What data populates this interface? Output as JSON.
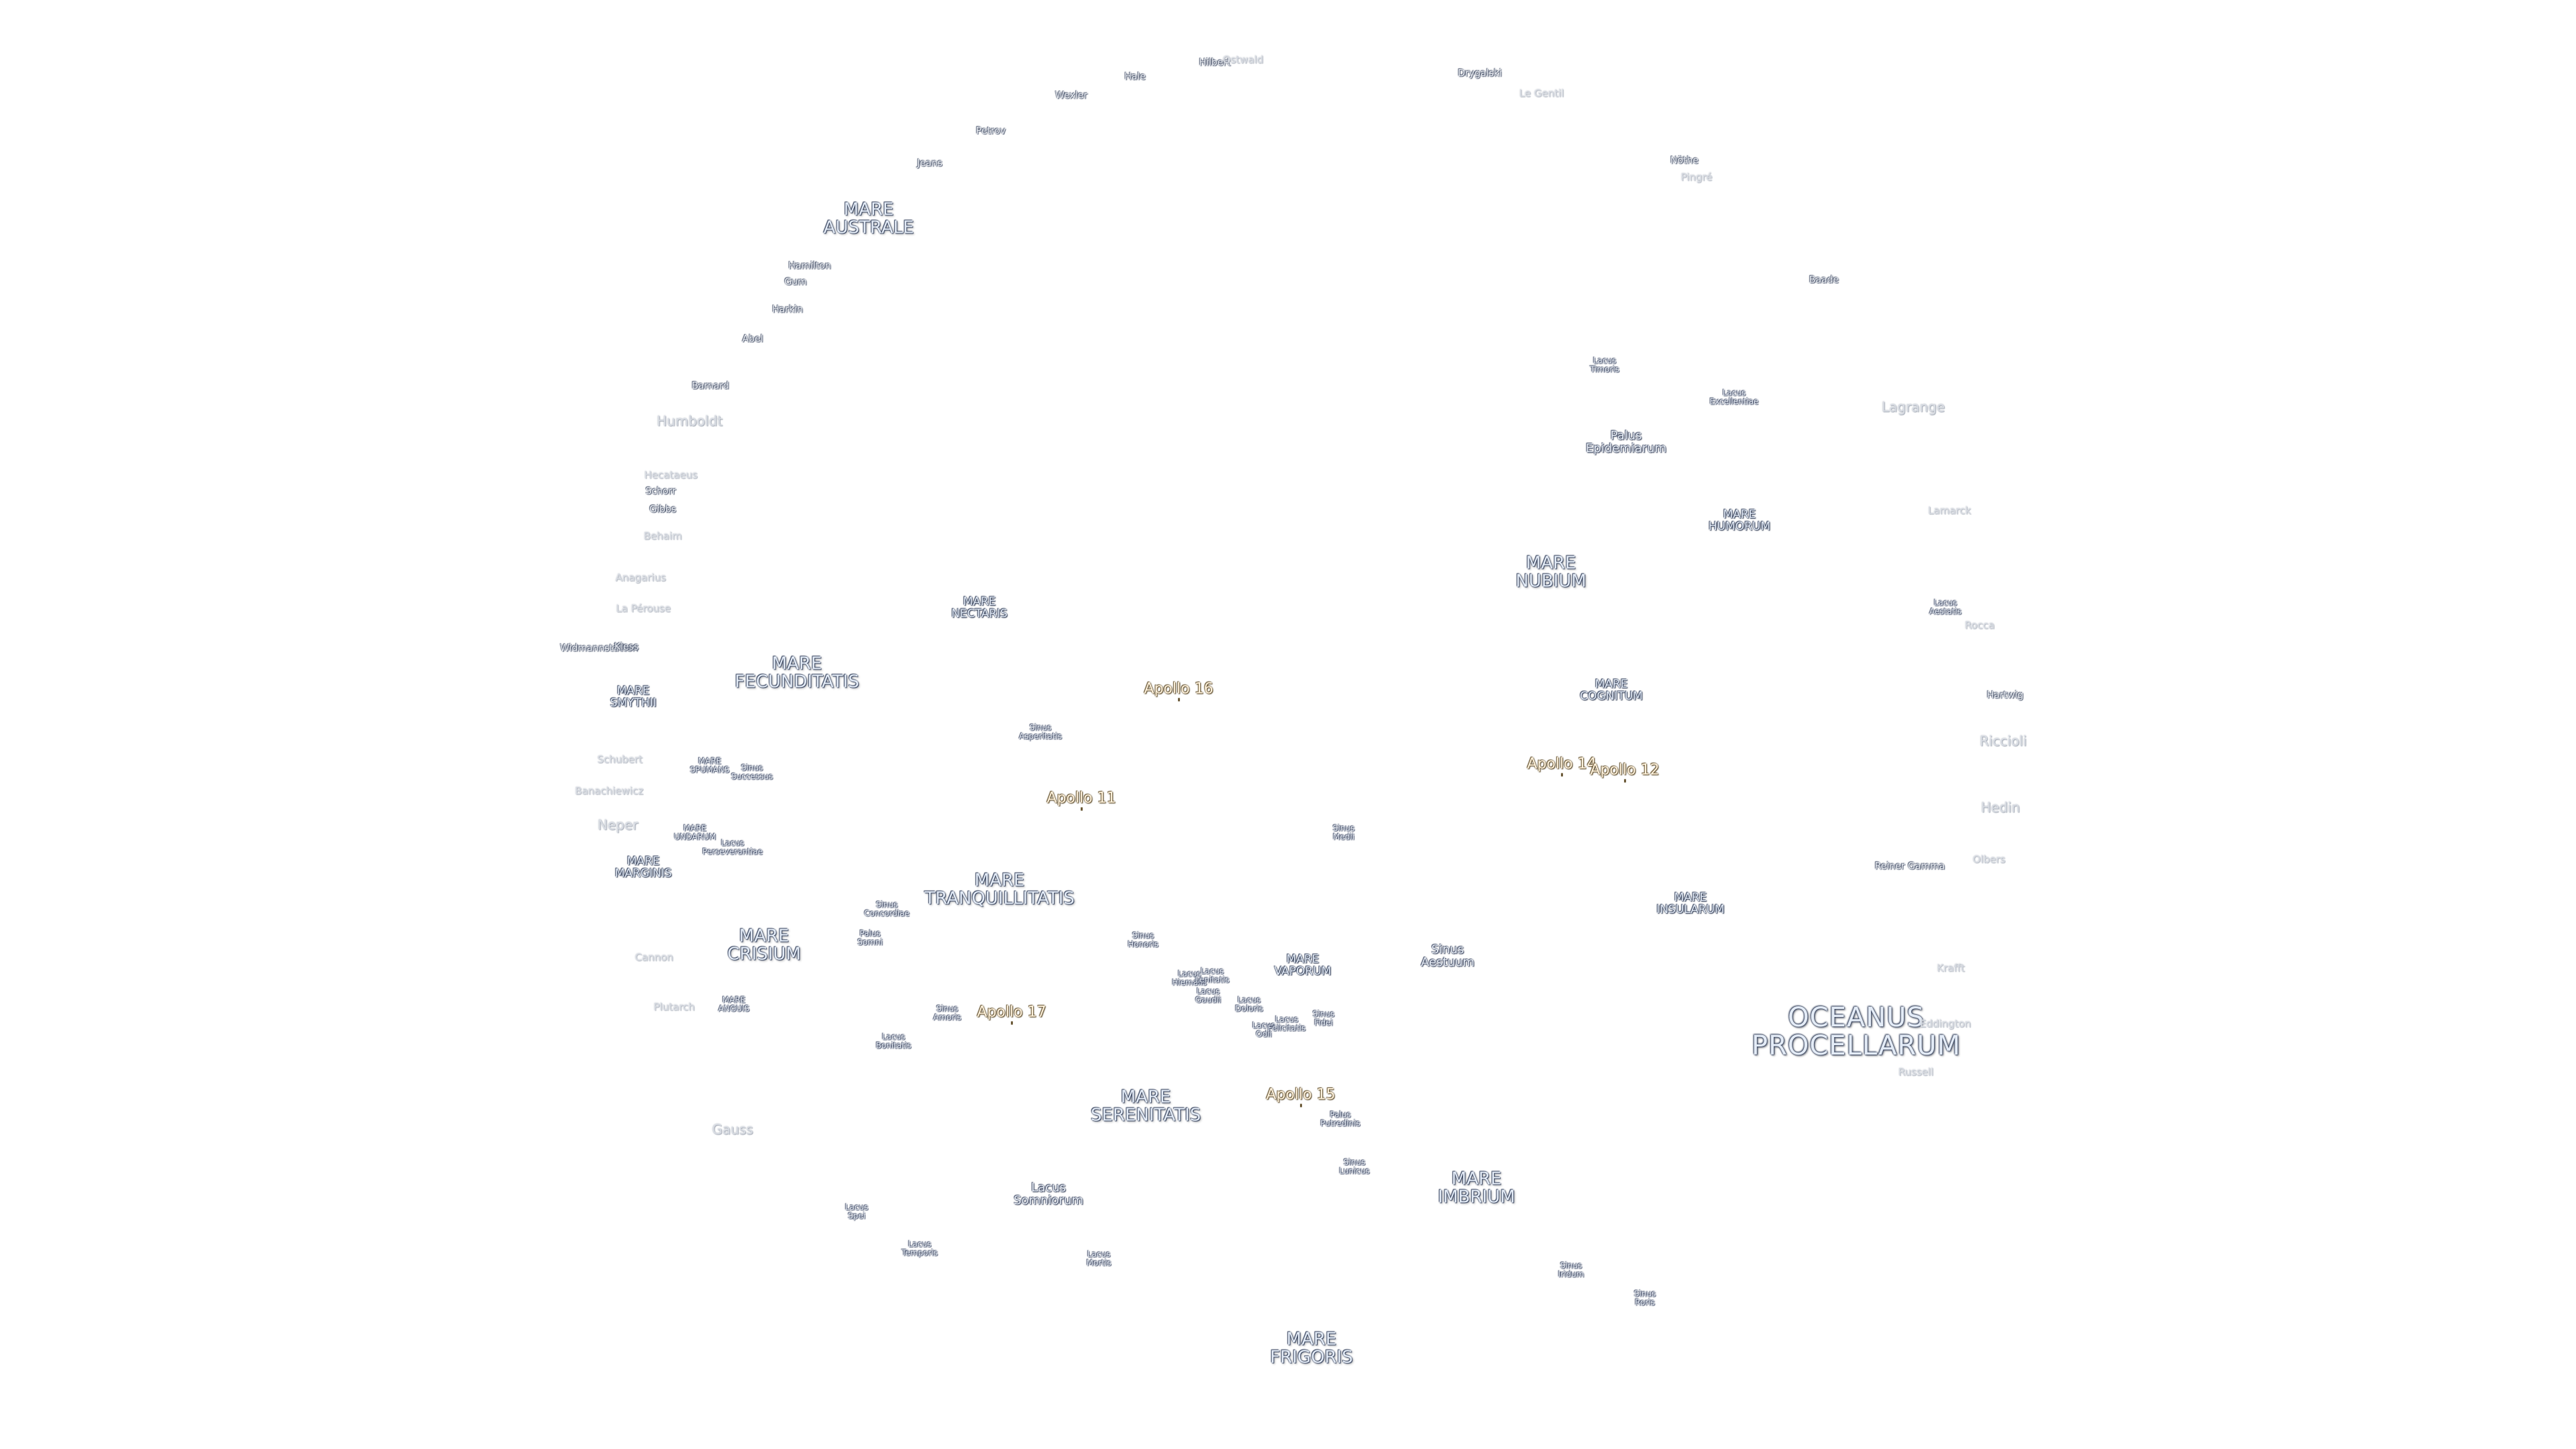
{
  "map": {
    "labels": [
      {
        "id": "mare-australe",
        "kind": "mare",
        "lines": [
          "MARE",
          "AUSTRALE"
        ]
      },
      {
        "id": "mare-nectaris",
        "kind": "mare-sm",
        "lines": [
          "MARE",
          "NECTARIS"
        ]
      },
      {
        "id": "mare-fecunditatis",
        "kind": "mare",
        "lines": [
          "MARE",
          "FECUNDITATIS"
        ]
      },
      {
        "id": "mare-smythii",
        "kind": "mare-sm",
        "lines": [
          "MARE",
          "SMYTHII"
        ]
      },
      {
        "id": "mare-spumans",
        "kind": "feat-sm",
        "lines": [
          "MARE",
          "SPUMANS"
        ]
      },
      {
        "id": "mare-undarum",
        "kind": "feat-sm",
        "lines": [
          "MARE",
          "UNDARUM"
        ]
      },
      {
        "id": "mare-marginis",
        "kind": "mare-sm",
        "lines": [
          "MARE",
          "MARGINIS"
        ]
      },
      {
        "id": "mare-crisium",
        "kind": "mare",
        "lines": [
          "MARE",
          "CRISIUM"
        ]
      },
      {
        "id": "mare-anguis",
        "kind": "feat-sm",
        "lines": [
          "MARE",
          "ANGUIS"
        ]
      },
      {
        "id": "mare-tranquillitatis",
        "kind": "mare",
        "lines": [
          "MARE",
          "TRANQUILLITATIS"
        ]
      },
      {
        "id": "mare-serenitatis",
        "kind": "mare",
        "lines": [
          "MARE",
          "SERENITATIS"
        ]
      },
      {
        "id": "mare-vaporum",
        "kind": "mare-sm",
        "lines": [
          "MARE",
          "VAPORUM"
        ]
      },
      {
        "id": "mare-imbrium",
        "kind": "mare",
        "lines": [
          "MARE",
          "IMBRIUM"
        ]
      },
      {
        "id": "mare-frigoris",
        "kind": "mare",
        "lines": [
          "MARE",
          "FRIGORIS"
        ]
      },
      {
        "id": "mare-nubium",
        "kind": "mare",
        "lines": [
          "MARE",
          "NUBIUM"
        ]
      },
      {
        "id": "mare-humorum",
        "kind": "mare-sm",
        "lines": [
          "MARE",
          "HUMORUM"
        ]
      },
      {
        "id": "mare-cognitum",
        "kind": "mare-sm",
        "lines": [
          "MARE",
          "COGNITUM"
        ]
      },
      {
        "id": "mare-insularum",
        "kind": "mare-sm",
        "lines": [
          "MARE",
          "INSULARUM"
        ]
      },
      {
        "id": "oceanus-procellarum",
        "kind": "ocean",
        "lines": [
          "OCEANUS",
          "PROCELLARUM"
        ]
      },
      {
        "id": "apollo-16",
        "kind": "apollo",
        "lines": [
          "Apollo 16"
        ]
      },
      {
        "id": "apollo-11",
        "kind": "apollo",
        "lines": [
          "Apollo 11"
        ]
      },
      {
        "id": "apollo-17",
        "kind": "apollo",
        "lines": [
          "Apollo 17"
        ]
      },
      {
        "id": "apollo-15",
        "kind": "apollo",
        "lines": [
          "Apollo 15"
        ]
      },
      {
        "id": "apollo-14",
        "kind": "apollo",
        "lines": [
          "Apollo 14"
        ]
      },
      {
        "id": "apollo-12",
        "kind": "apollo",
        "lines": [
          "Apollo 12"
        ]
      },
      {
        "id": "sinus-asperitatis",
        "kind": "feat-sm",
        "lines": [
          "Sinus",
          "Asperitatis"
        ]
      },
      {
        "id": "sinus-concordiae",
        "kind": "feat-sm",
        "lines": [
          "Sinus",
          "Concordiae"
        ]
      },
      {
        "id": "palus-somni",
        "kind": "feat-sm",
        "lines": [
          "Palus",
          "Somni"
        ]
      },
      {
        "id": "sinus-successus",
        "kind": "feat-sm",
        "lines": [
          "Sinus",
          "Successus"
        ]
      },
      {
        "id": "lacus-perseverantiae",
        "kind": "feat-sm",
        "lines": [
          "Lacus",
          "Perseverantiae"
        ]
      },
      {
        "id": "sinus-amoris",
        "kind": "feat-sm",
        "lines": [
          "Sinus",
          "Amoris"
        ]
      },
      {
        "id": "lacus-bonitatis",
        "kind": "feat-sm",
        "lines": [
          "Lacus",
          "Bonitatis"
        ]
      },
      {
        "id": "sinus-honoris",
        "kind": "feat-sm",
        "lines": [
          "Sinus",
          "Honoris"
        ]
      },
      {
        "id": "lacus-hiemalis",
        "kind": "feat-sm",
        "lines": [
          "Lacus",
          "Hiemalis"
        ]
      },
      {
        "id": "lacus-lenitatis",
        "kind": "feat-sm",
        "lines": [
          "Lacus",
          "Lenitatis"
        ]
      },
      {
        "id": "lacus-gaudii",
        "kind": "feat-sm",
        "lines": [
          "Lacus",
          "Gaudii"
        ]
      },
      {
        "id": "lacus-doloris",
        "kind": "feat-sm",
        "lines": [
          "Lacus",
          "Doloris"
        ]
      },
      {
        "id": "lacus-odii",
        "kind": "feat-sm",
        "lines": [
          "Lacus",
          "Odii"
        ]
      },
      {
        "id": "lacus-felicitatis",
        "kind": "feat-sm",
        "lines": [
          "Lacus",
          "Felicitatis"
        ]
      },
      {
        "id": "sinus-fidei",
        "kind": "feat-sm",
        "lines": [
          "Sinus",
          "Fidei"
        ]
      },
      {
        "id": "sinus-medii",
        "kind": "feat-sm",
        "lines": [
          "Sinus",
          "Medii"
        ]
      },
      {
        "id": "sinus-aestuum",
        "kind": "feat",
        "lines": [
          "Sinus",
          "Aestuum"
        ]
      },
      {
        "id": "palus-putredinis",
        "kind": "feat-sm",
        "lines": [
          "Palus",
          "Putredinis"
        ]
      },
      {
        "id": "sinus-lunicus",
        "kind": "feat-sm",
        "lines": [
          "Sinus",
          "Lunicus"
        ]
      },
      {
        "id": "lacus-somniorum",
        "kind": "feat",
        "lines": [
          "Lacus",
          "Somniorum"
        ]
      },
      {
        "id": "lacus-spei",
        "kind": "feat-sm",
        "lines": [
          "Lacus",
          "Spei"
        ]
      },
      {
        "id": "lacus-temporis",
        "kind": "feat-sm",
        "lines": [
          "Lacus",
          "Temporis"
        ]
      },
      {
        "id": "lacus-mortis",
        "kind": "feat-sm",
        "lines": [
          "Lacus",
          "Mortis"
        ]
      },
      {
        "id": "sinus-iridum",
        "kind": "feat-sm",
        "lines": [
          "Sinus",
          "Iridum"
        ]
      },
      {
        "id": "sinus-roris",
        "kind": "feat-sm",
        "lines": [
          "Sinus",
          "Roris"
        ]
      },
      {
        "id": "lacus-timoris",
        "kind": "feat-sm",
        "lines": [
          "Lacus",
          "Timoris"
        ]
      },
      {
        "id": "lacus-excellentiae",
        "kind": "feat-sm",
        "lines": [
          "Lacus",
          "Excellentiae"
        ]
      },
      {
        "id": "palus-epidemiarum",
        "kind": "feat",
        "lines": [
          "Palus",
          "Epidemiarum"
        ]
      },
      {
        "id": "lacus-aestatis",
        "kind": "feat-sm",
        "lines": [
          "Lacus",
          "Aestatis"
        ]
      },
      {
        "id": "crater-hale",
        "kind": "crater",
        "lines": [
          "Hale"
        ]
      },
      {
        "id": "crater-hilbert",
        "kind": "crater",
        "lines": [
          "Hilbert"
        ]
      },
      {
        "id": "crater-ostwald",
        "kind": "faint",
        "lines": [
          "Ostwald"
        ]
      },
      {
        "id": "crater-wexler",
        "kind": "crater",
        "lines": [
          "Wexler"
        ]
      },
      {
        "id": "crater-petrov",
        "kind": "crater",
        "lines": [
          "Petrov"
        ]
      },
      {
        "id": "crater-jeans",
        "kind": "crater",
        "lines": [
          "Jeans"
        ]
      },
      {
        "id": "crater-hamilton",
        "kind": "crater",
        "lines": [
          "Hamilton"
        ]
      },
      {
        "id": "crater-gum",
        "kind": "crater",
        "lines": [
          "Gum"
        ]
      },
      {
        "id": "crater-harkin",
        "kind": "crater",
        "lines": [
          "Harkin"
        ]
      },
      {
        "id": "crater-abel",
        "kind": "crater",
        "lines": [
          "Abel"
        ]
      },
      {
        "id": "crater-barnard",
        "kind": "crater",
        "lines": [
          "Barnard"
        ]
      },
      {
        "id": "crater-humboldt",
        "kind": "faint-lg",
        "lines": [
          "Humboldt"
        ]
      },
      {
        "id": "crater-hecataeus",
        "kind": "faint",
        "lines": [
          "Hecataeus"
        ]
      },
      {
        "id": "crater-schorr",
        "kind": "crater",
        "lines": [
          "Schorr"
        ]
      },
      {
        "id": "crater-gibbs",
        "kind": "crater",
        "lines": [
          "Gibbs"
        ]
      },
      {
        "id": "crater-behaim",
        "kind": "faint",
        "lines": [
          "Behaim"
        ]
      },
      {
        "id": "crater-anagarius",
        "kind": "faint",
        "lines": [
          "Anagarius"
        ]
      },
      {
        "id": "crater-la-perouse",
        "kind": "faint",
        "lines": [
          "La Pérouse"
        ]
      },
      {
        "id": "crater-widmannstatten",
        "kind": "crater",
        "lines": [
          "Widmannstätten"
        ]
      },
      {
        "id": "crater-kiess",
        "kind": "crater",
        "lines": [
          "Kiess"
        ]
      },
      {
        "id": "crater-schubert",
        "kind": "faint",
        "lines": [
          "Schubert"
        ]
      },
      {
        "id": "crater-banachiewicz",
        "kind": "faint",
        "lines": [
          "Banachiewicz"
        ]
      },
      {
        "id": "crater-neper",
        "kind": "faint-lg",
        "lines": [
          "Neper"
        ]
      },
      {
        "id": "crater-cannon",
        "kind": "faint",
        "lines": [
          "Cannon"
        ]
      },
      {
        "id": "crater-plutarch",
        "kind": "faint",
        "lines": [
          "Plutarch"
        ]
      },
      {
        "id": "crater-gauss",
        "kind": "faint-lg",
        "lines": [
          "Gauss"
        ]
      },
      {
        "id": "crater-drygalski",
        "kind": "crater",
        "lines": [
          "Drygalski"
        ]
      },
      {
        "id": "crater-le-gentil",
        "kind": "faint",
        "lines": [
          "Le Gentil"
        ]
      },
      {
        "id": "crater-nothe",
        "kind": "crater",
        "lines": [
          "Nöthe"
        ]
      },
      {
        "id": "crater-pingre",
        "kind": "faint",
        "lines": [
          "Pingré"
        ]
      },
      {
        "id": "crater-baade",
        "kind": "crater",
        "lines": [
          "Baade"
        ]
      },
      {
        "id": "crater-lagrange",
        "kind": "faint-lg",
        "lines": [
          "Lagrange"
        ]
      },
      {
        "id": "crater-lamarck",
        "kind": "faint",
        "lines": [
          "Lamarck"
        ]
      },
      {
        "id": "crater-rocca",
        "kind": "faint",
        "lines": [
          "Rocca"
        ]
      },
      {
        "id": "crater-hartwig",
        "kind": "crater",
        "lines": [
          "Hartwig"
        ]
      },
      {
        "id": "crater-riccioli",
        "kind": "faint-lg",
        "lines": [
          "Riccioli"
        ]
      },
      {
        "id": "crater-hedin",
        "kind": "faint-lg",
        "lines": [
          "Hedin"
        ]
      },
      {
        "id": "crater-olbers",
        "kind": "faint",
        "lines": [
          "Olbers"
        ]
      },
      {
        "id": "crater-reiner-gamma",
        "kind": "crater",
        "lines": [
          "Reiner Gamma"
        ]
      },
      {
        "id": "crater-krafft",
        "kind": "faint",
        "lines": [
          "Krafft"
        ]
      },
      {
        "id": "crater-eddington",
        "kind": "faint",
        "lines": [
          "Eddington"
        ]
      },
      {
        "id": "crater-russell",
        "kind": "faint",
        "lines": [
          "Russell"
        ]
      }
    ]
  }
}
